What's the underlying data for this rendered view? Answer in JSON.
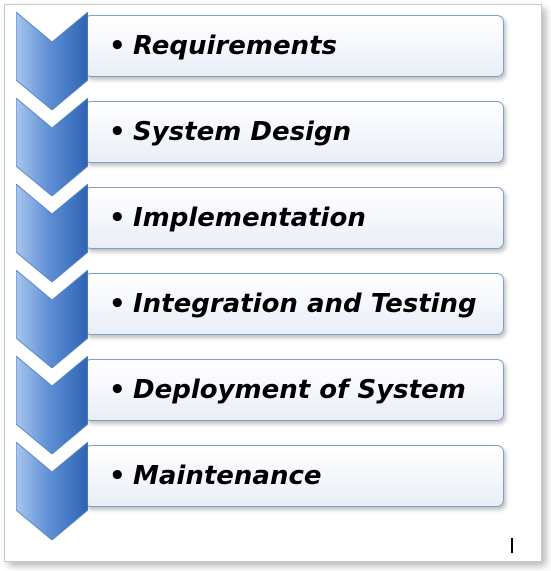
{
  "diagram": {
    "bullet": "•",
    "steps": [
      {
        "label": "Requirements"
      },
      {
        "label": "System Design"
      },
      {
        "label": "Implementation"
      },
      {
        "label": "Integration and Testing"
      },
      {
        "label": "Deployment of System"
      },
      {
        "label": "Maintenance"
      }
    ],
    "colors": {
      "chevron_light": "#a9c6ec",
      "chevron_dark": "#2e63b3",
      "box_border": "#7f9fc9",
      "text": "#000000"
    }
  }
}
